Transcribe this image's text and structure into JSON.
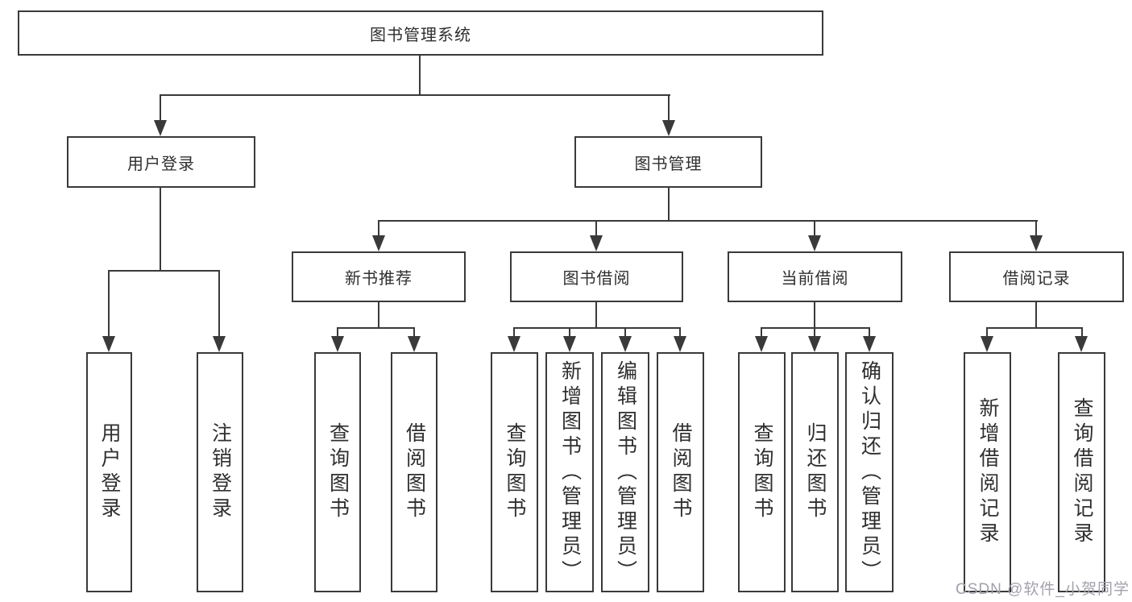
{
  "diagram": {
    "root": {
      "label": "图书管理系统"
    },
    "level2": [
      {
        "label": "用户登录"
      },
      {
        "label": "图书管理"
      }
    ],
    "level3": [
      {
        "label": "新书推荐"
      },
      {
        "label": "图书借阅"
      },
      {
        "label": "当前借阅"
      },
      {
        "label": "借阅记录"
      }
    ],
    "leaves": {
      "user_login": [
        {
          "label": "用户登录"
        },
        {
          "label": "注销登录"
        }
      ],
      "new_book": [
        {
          "label": "查询图书"
        },
        {
          "label": "借阅图书"
        }
      ],
      "book_borrow": [
        {
          "label": "查询图书"
        },
        {
          "label": "新增图书（管理员）"
        },
        {
          "label": "编辑图书（管理员）"
        },
        {
          "label": "借阅图书"
        }
      ],
      "current_borrow": [
        {
          "label": "查询图书"
        },
        {
          "label": "归还图书"
        },
        {
          "label": "确认归还（管理员）"
        }
      ],
      "borrow_records": [
        {
          "label": "新增借阅记录"
        },
        {
          "label": "查询借阅记录"
        }
      ]
    },
    "watermark": "CSDN @软件_小贺同学"
  },
  "colors": {
    "line": "#3a3a3a",
    "text": "#2f2f2f",
    "background": "#ffffff",
    "watermark": "#a3a1ab"
  }
}
